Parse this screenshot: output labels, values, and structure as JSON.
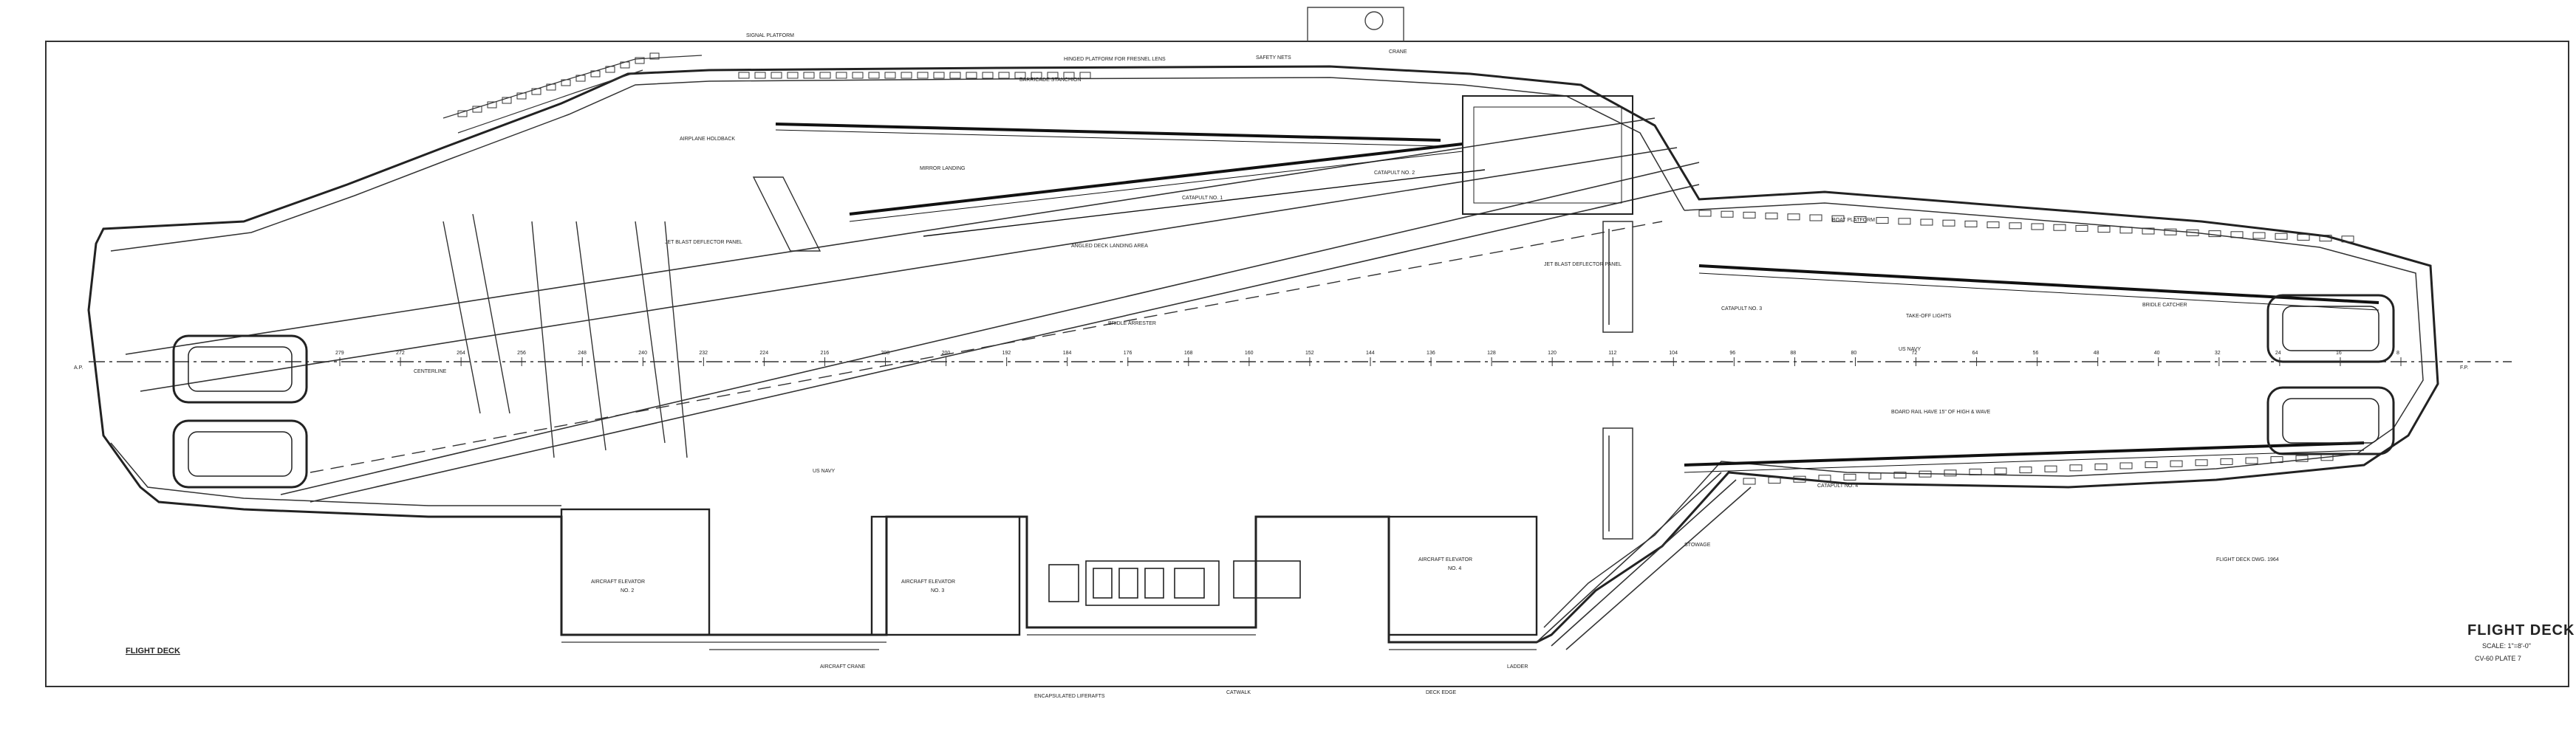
{
  "title_block": {
    "title": "FLIGHT DECK",
    "scale": "SCALE: 1\"=8'-0\"",
    "drawing_no": "CV-60 PLATE 7",
    "corner_label": "FLIGHT DECK"
  },
  "deck_label": "FLIGHT DECK",
  "top_labels": {
    "signal_platform": "SIGNAL PLATFORM",
    "hoisting_platform": "HINGED PLATFORM FOR FRESNEL LENS",
    "mirror_landing": "MIRROR LANDING",
    "catapult_1": "CATAPULT NO. 1",
    "catapult_2": "CATAPULT NO. 2",
    "airplane_holdback": "AIRPLANE HOLDBACK",
    "safety_nets": "SAFETY NETS",
    "jet_blast_deflector": "JET BLAST DEFLECTOR PANEL",
    "bridle_arrester": "BRIDLE ARRESTER",
    "barricade_stanchion": "BARRICADE STANCHION",
    "landing_area": "ANGLED DECK LANDING AREA",
    "crane": "CRANE",
    "boat_platform": "BOAT PLATFORM"
  },
  "elevators": [
    {
      "label": "AIRCRAFT ELEVATOR",
      "no": "NO. 2"
    },
    {
      "label": "AIRCRAFT ELEVATOR",
      "no": "NO. 3"
    },
    {
      "label": "AIRCRAFT ELEVATOR",
      "no": "NO. 4"
    }
  ],
  "frame_numbers": [
    "279",
    "272",
    "264",
    "256",
    "248",
    "240",
    "232",
    "224",
    "216",
    "208",
    "200",
    "192",
    "184",
    "176",
    "168",
    "160",
    "152",
    "144",
    "136",
    "128",
    "120",
    "112",
    "104",
    "96",
    "88",
    "80",
    "72",
    "64",
    "56",
    "48",
    "40",
    "32",
    "24",
    "16",
    "8"
  ],
  "right_labels": {
    "catapult_3": "CATAPULT NO. 3",
    "catapult_4": "CATAPULT NO. 4",
    "takeoff_lights": "TAKE-OFF LIGHTS",
    "bridle_catcher": "BRIDLE CATCHER",
    "date_note": "FLIGHT DECK DWG. 1964",
    "note": "BOARD RAIL HAVE 15\" OF HIGH & WAVE"
  },
  "bottom_labels": {
    "aircraft_crane": "AIRCRAFT CRANE",
    "encapsulated_liferafts": "ENCAPSULATED LIFERAFTS",
    "ladder": "LADDER",
    "catwalk": "CATWALK",
    "deck_edge": "DECK EDGE",
    "stowage": "STOWAGE"
  },
  "misc_labels": {
    "jet_blast_left": "JET BLAST DEFLECTOR PANEL",
    "jet_blast_right": "JET BLAST DEFLECTOR PANEL",
    "us_navy_1": "US NAVY",
    "us_navy_2": "US NAVY",
    "centerline": "CENTERLINE",
    "fp": "F.P.",
    "ap": "A.P."
  },
  "ink": "#2a2a2a",
  "paper": "#ffffff"
}
